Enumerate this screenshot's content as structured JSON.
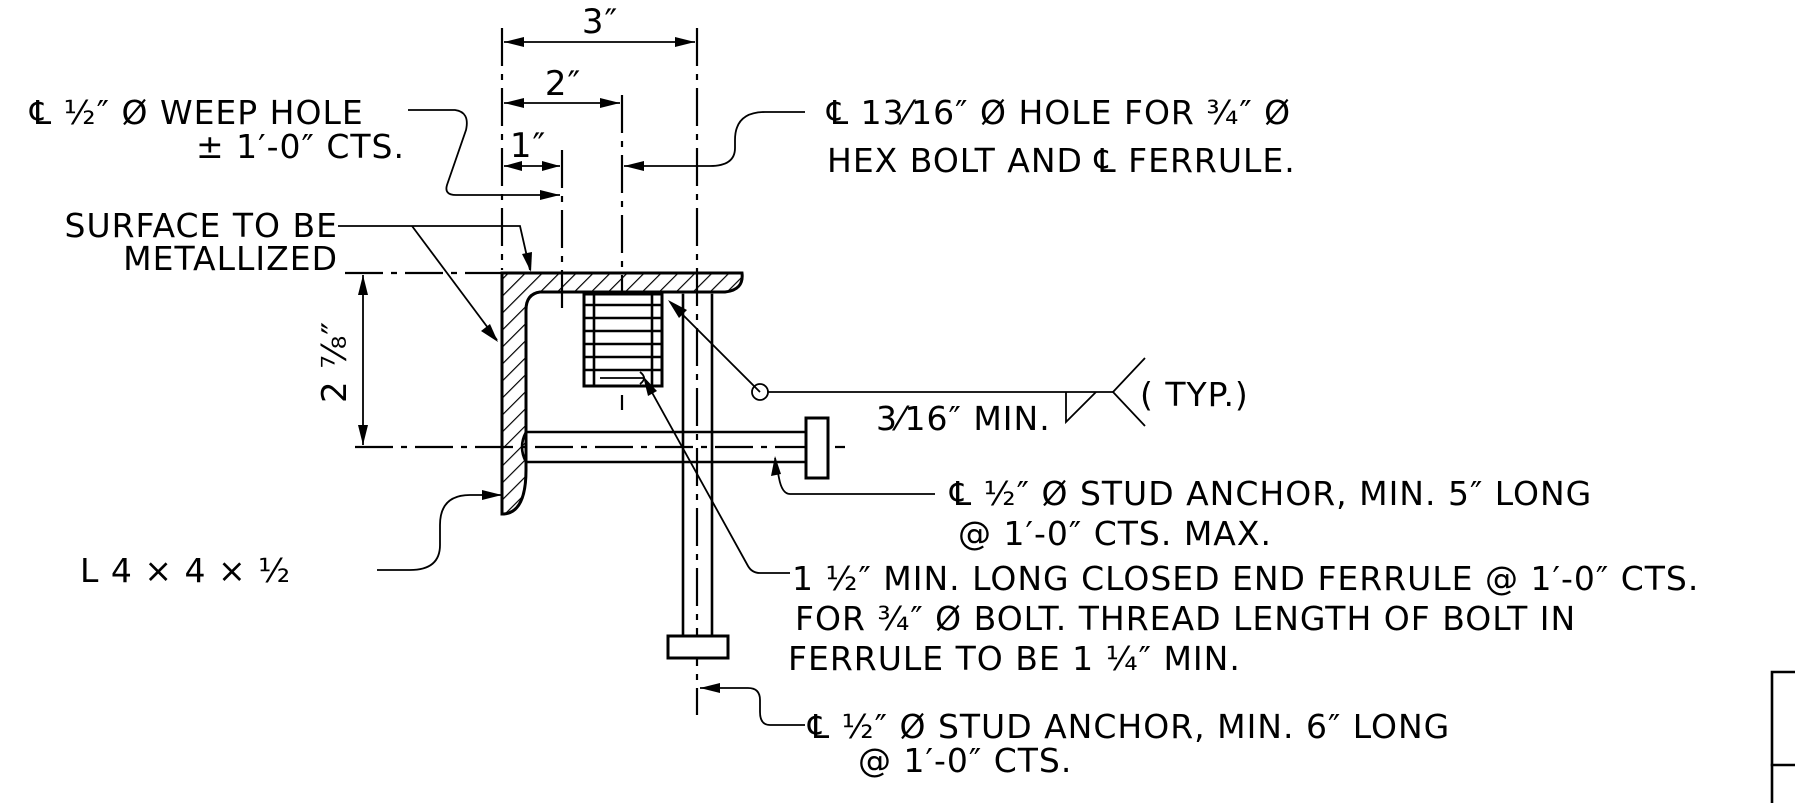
{
  "drawing": {
    "dimensions": {
      "overall_width": "3″",
      "bolt_offset": "2″",
      "weep_offset": "1″",
      "angle_depth": "2 ⅞″"
    },
    "callouts": {
      "weep_hole_line1": "℄ ½″ Ø WEEP HOLE",
      "weep_hole_line2": "± 1′-0″ CTS.",
      "hex_hole_line1": "℄ 13⁄16″ Ø HOLE FOR ¾″ Ø",
      "hex_hole_line2": "HEX BOLT AND ℄ FERRULE.",
      "surface_line1": "SURFACE TO BE",
      "surface_line2": "METALLIZED",
      "weld_size": "3⁄16″ MIN.",
      "weld_typ": "( TYP.)",
      "stud5_line1": "℄ ½″ Ø STUD ANCHOR, MIN. 5″ LONG",
      "stud5_line2": "@ 1′-0″ CTS. MAX.",
      "angle_size": "L 4 × 4 × ½",
      "ferrule_line1": "1 ½″ MIN. LONG CLOSED END FERRULE @ 1′-0″ CTS.",
      "ferrule_line2": "FOR ¾″ Ø BOLT. THREAD LENGTH OF BOLT IN",
      "ferrule_line3": "FERRULE TO BE 1 ¼″ MIN.",
      "stud6_line1": "℄ ½″ Ø STUD ANCHOR, MIN. 6″ LONG",
      "stud6_line2": "@ 1′-0″ CTS."
    }
  }
}
